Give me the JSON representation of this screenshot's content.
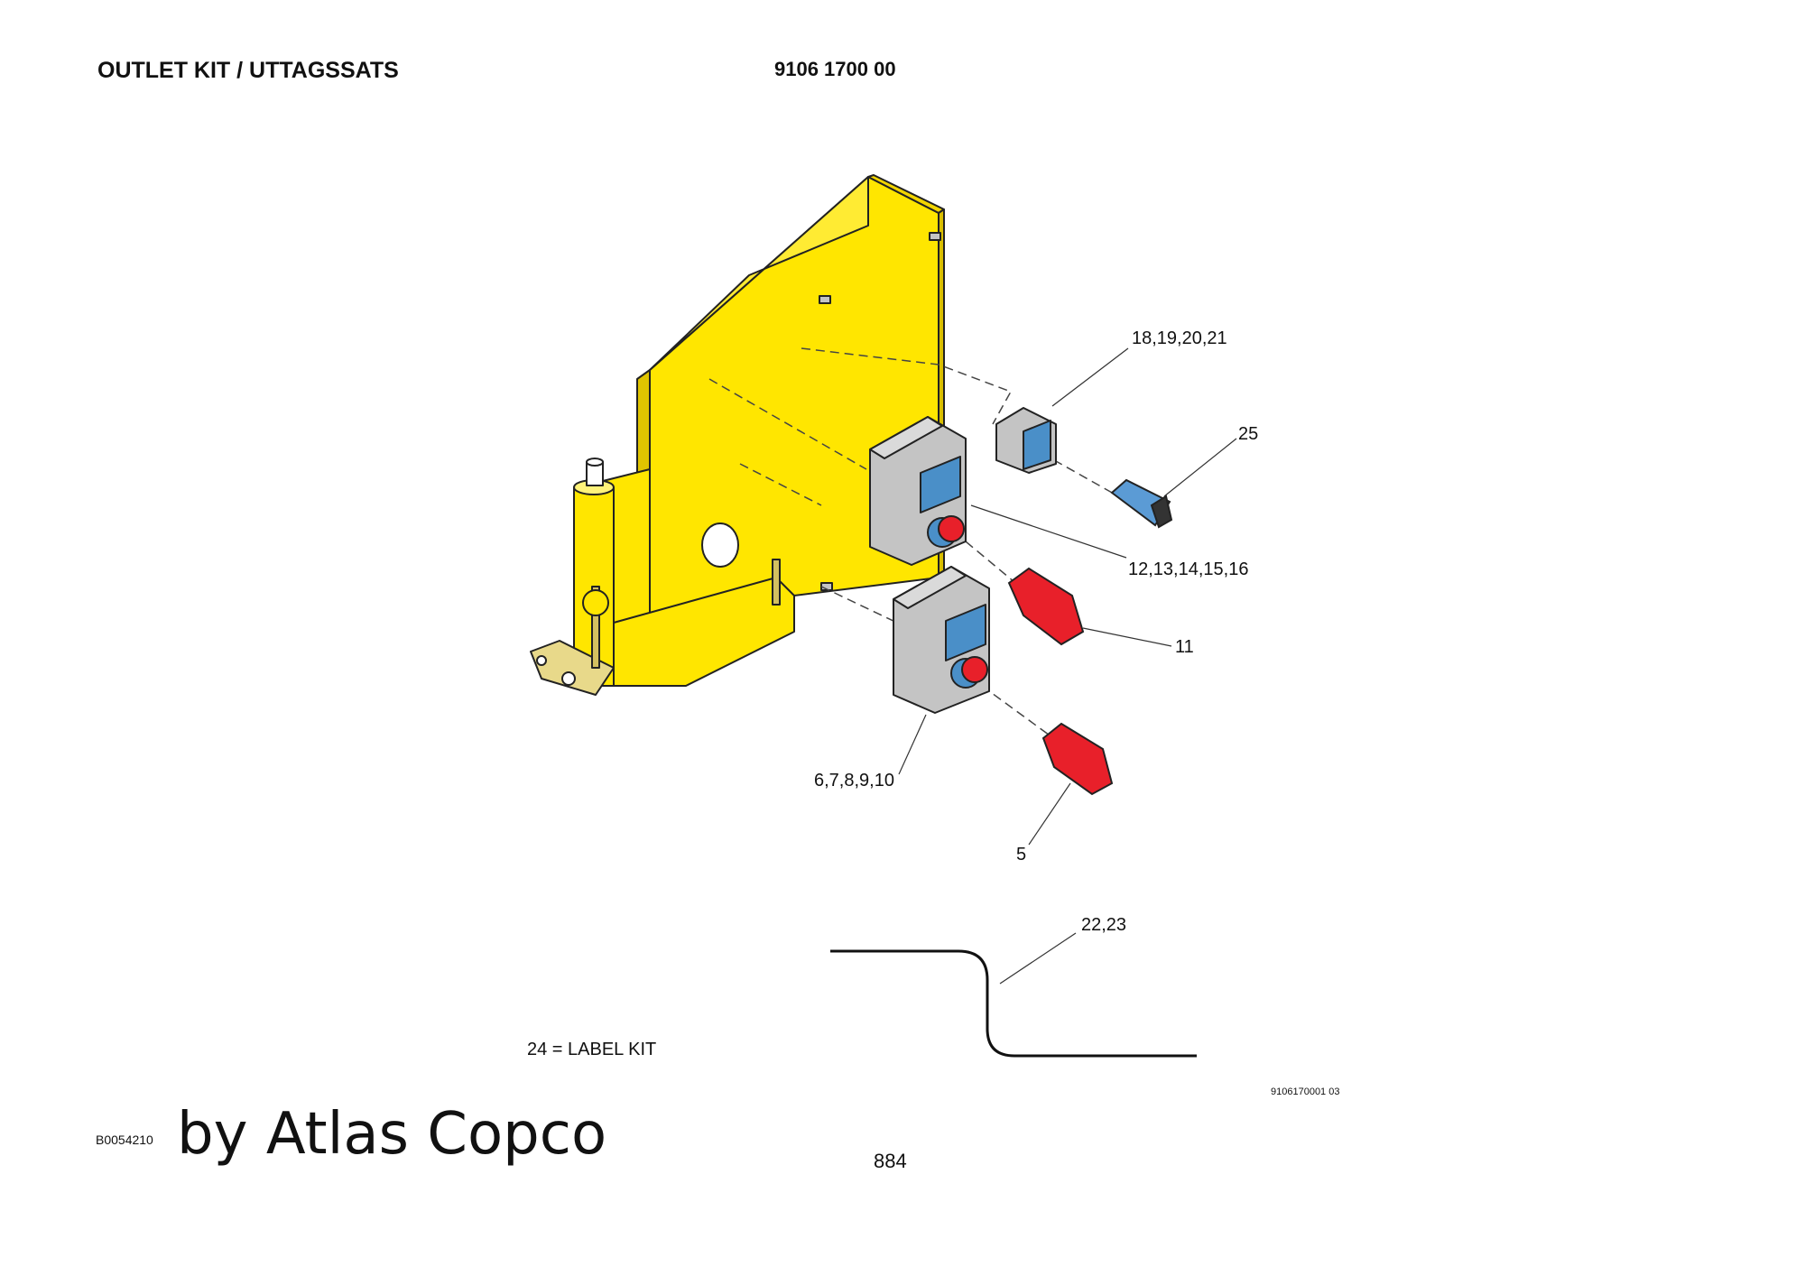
{
  "header": {
    "title": "OUTLET KIT / UTTAGSSATS",
    "part_number": "9106 1700 00"
  },
  "callouts": {
    "c18_21": "18,19,20,21",
    "c25": "25",
    "c12_16": "12,13,14,15,16",
    "c11": "11",
    "c6_10": "6,7,8,9,10",
    "c5": "5",
    "c22_23": "22,23"
  },
  "note": "24 = LABEL KIT",
  "drawing_number": "9106170001 03",
  "footer": {
    "ref_code": "B0054210",
    "byline": "by Atlas Copco",
    "page": "884"
  },
  "colors": {
    "frame_yellow": "#FFE600",
    "box_grey": "#C4C4C4",
    "panel_blue": "#4A8FC8",
    "plug_red": "#E8202A",
    "plug_blue": "#5B9BD5",
    "line": "#222222"
  }
}
